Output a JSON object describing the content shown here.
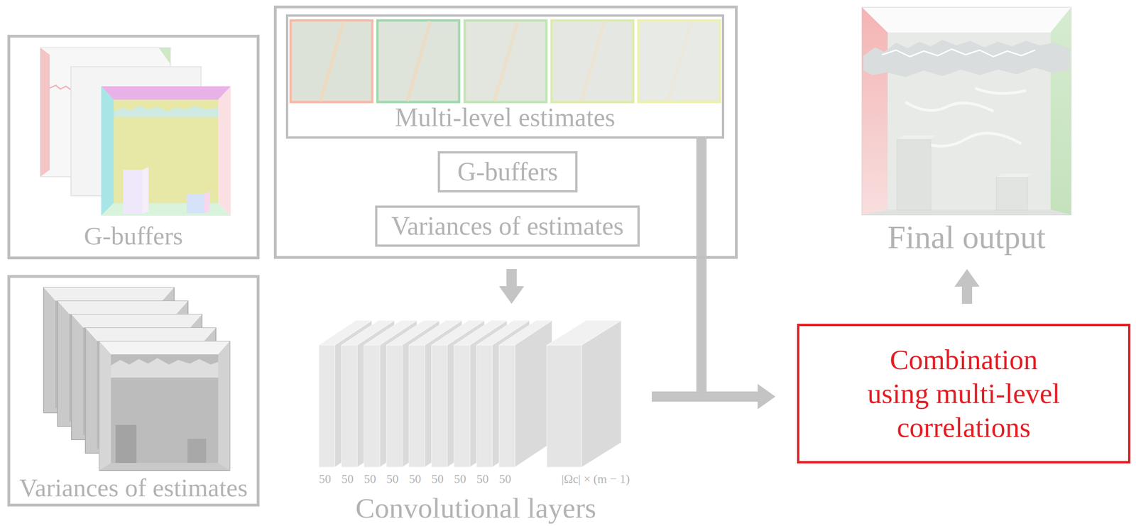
{
  "diagram": {
    "nodes": [
      {
        "text": [
          "G-buffers"
        ]
      },
      {
        "text": [
          "Variances of estimates"
        ]
      },
      {
        "text": []
      },
      {
        "text": [
          "Multi-level estimates"
        ],
        "in": 2
      },
      {
        "text": [
          "G-buffers"
        ],
        "in": 2
      },
      {
        "text": [
          "Variances of estimates"
        ],
        "in": 2
      },
      {
        "text": [
          "Convolutional layers"
        ]
      },
      {
        "text": [
          "Combination using multi-level correlations"
        ]
      },
      {
        "text": [
          "Final output"
        ]
      }
    ],
    "edges": [
      {
        "from": 2,
        "to": 6,
        "arrow": "to"
      },
      {
        "from": 3,
        "to": 7,
        "arrow": "to"
      },
      {
        "from": 6,
        "to": 7,
        "arrow": "to"
      },
      {
        "from": 7,
        "to": 8,
        "arrow": "to"
      }
    ],
    "labels": [
      "50",
      "50",
      "50",
      "50",
      "50",
      "50",
      "50",
      "50",
      "50",
      "|Ωc| × (m − 1)"
    ]
  }
}
